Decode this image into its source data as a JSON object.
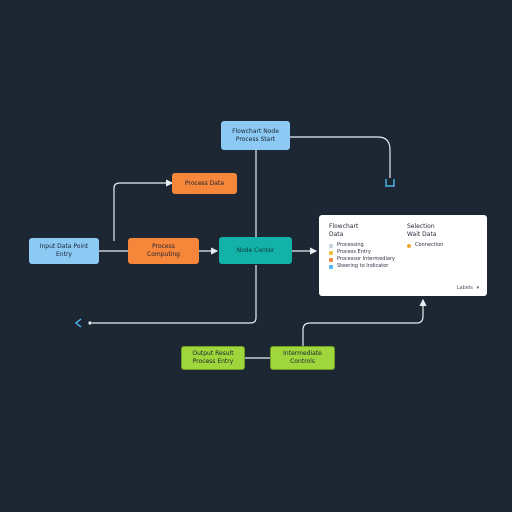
{
  "nodes": {
    "top_blue": [
      "Flowchart Node",
      "Process Start"
    ],
    "orange_upper": [
      "Process Data"
    ],
    "left_blue": [
      "Input Data Point",
      "Entry"
    ],
    "orange_left": [
      "Process",
      "Computing"
    ],
    "teal_center": [
      "Node Center"
    ],
    "lime_left": [
      "Output Result",
      "Process Entry"
    ],
    "lime_right": [
      "Intermediate",
      "Controls"
    ]
  },
  "panel": {
    "col1_header": [
      "Flowchart",
      "Data"
    ],
    "col1_rows": [
      "Processing",
      "Process Entry",
      "Processor Intermediary",
      "Steering to Indicator"
    ],
    "col2_header": [
      "Selection",
      "Wait Data"
    ],
    "col2_rows": [
      "Connection"
    ],
    "footer": "Labels"
  },
  "colors": {
    "background": "#1c2733",
    "connector": "#e8edf2",
    "blue": "#8ccaf3",
    "orange": "#f5863a",
    "teal": "#13b2a8",
    "lime": "#9fd63c",
    "accent": "#4cb8f0"
  }
}
